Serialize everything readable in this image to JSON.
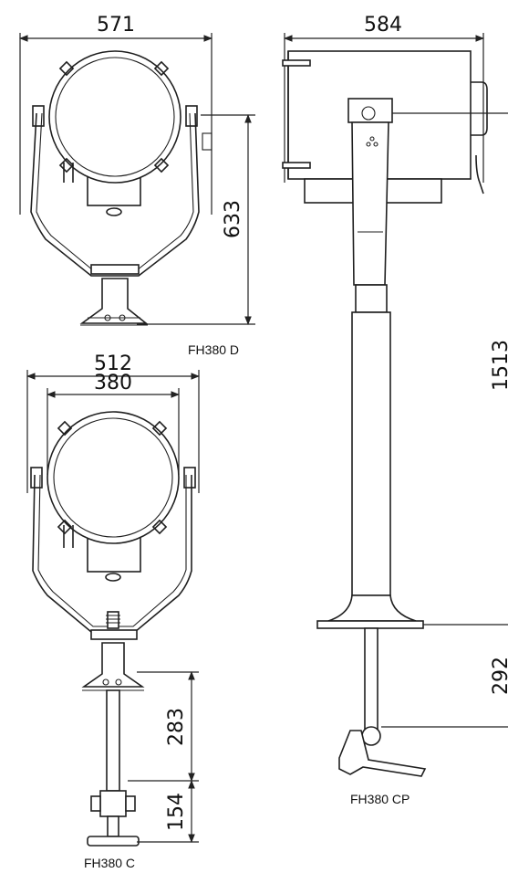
{
  "dimensions": {
    "d_width": "571",
    "d_height": "633",
    "c_outer_width": "512",
    "c_lens_width": "380",
    "c_pole_upper": "283",
    "c_pole_lower": "154",
    "cp_width": "584",
    "cp_height": "1513",
    "cp_bracket": "292"
  },
  "labels": {
    "d": "FH380 D",
    "c": "FH380 C",
    "cp": "FH380 CP"
  }
}
